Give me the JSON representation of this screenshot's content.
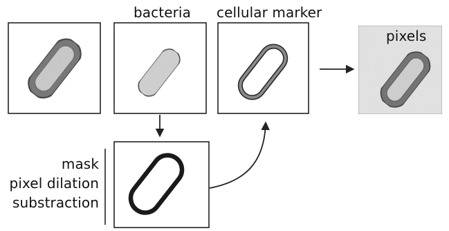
{
  "labels": {
    "bacteria": "bacteria",
    "cellular_marker": "cellular marker",
    "pixels": "pixels",
    "step_line_1": "mask",
    "step_line_2": "pixel dilation",
    "step_line_3": "substraction"
  },
  "colors": {
    "frame_border": "#222222",
    "outline_dark": "#2a2a2a",
    "halo_gray": "#6f6f6f",
    "fill_light_gray": "#c9c9c9",
    "fill_bacteria": "#d0d0d0",
    "result_panel_bg": "#e4e4e4",
    "arrow": "#222222",
    "mask_outline": "#1a1a1a"
  }
}
